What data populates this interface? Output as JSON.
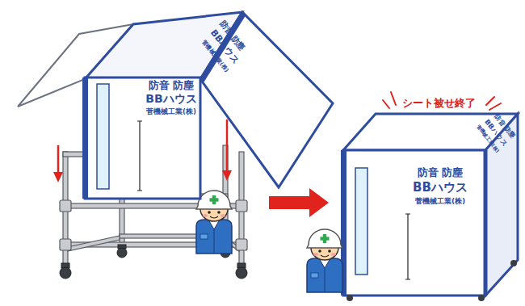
{
  "diagram": {
    "labels": [
      "防音 防塵",
      "BBハウス",
      "菅機械工業(株)",
      "防音 防塵",
      "BBハウス",
      "菅機械工業(株)",
      "シート被せ終了",
      "防音 防塵",
      "BBハウス",
      "菅機械工業(株)",
      "防音 防塵",
      "BBハウス",
      "菅機械工業(株)"
    ]
  }
}
